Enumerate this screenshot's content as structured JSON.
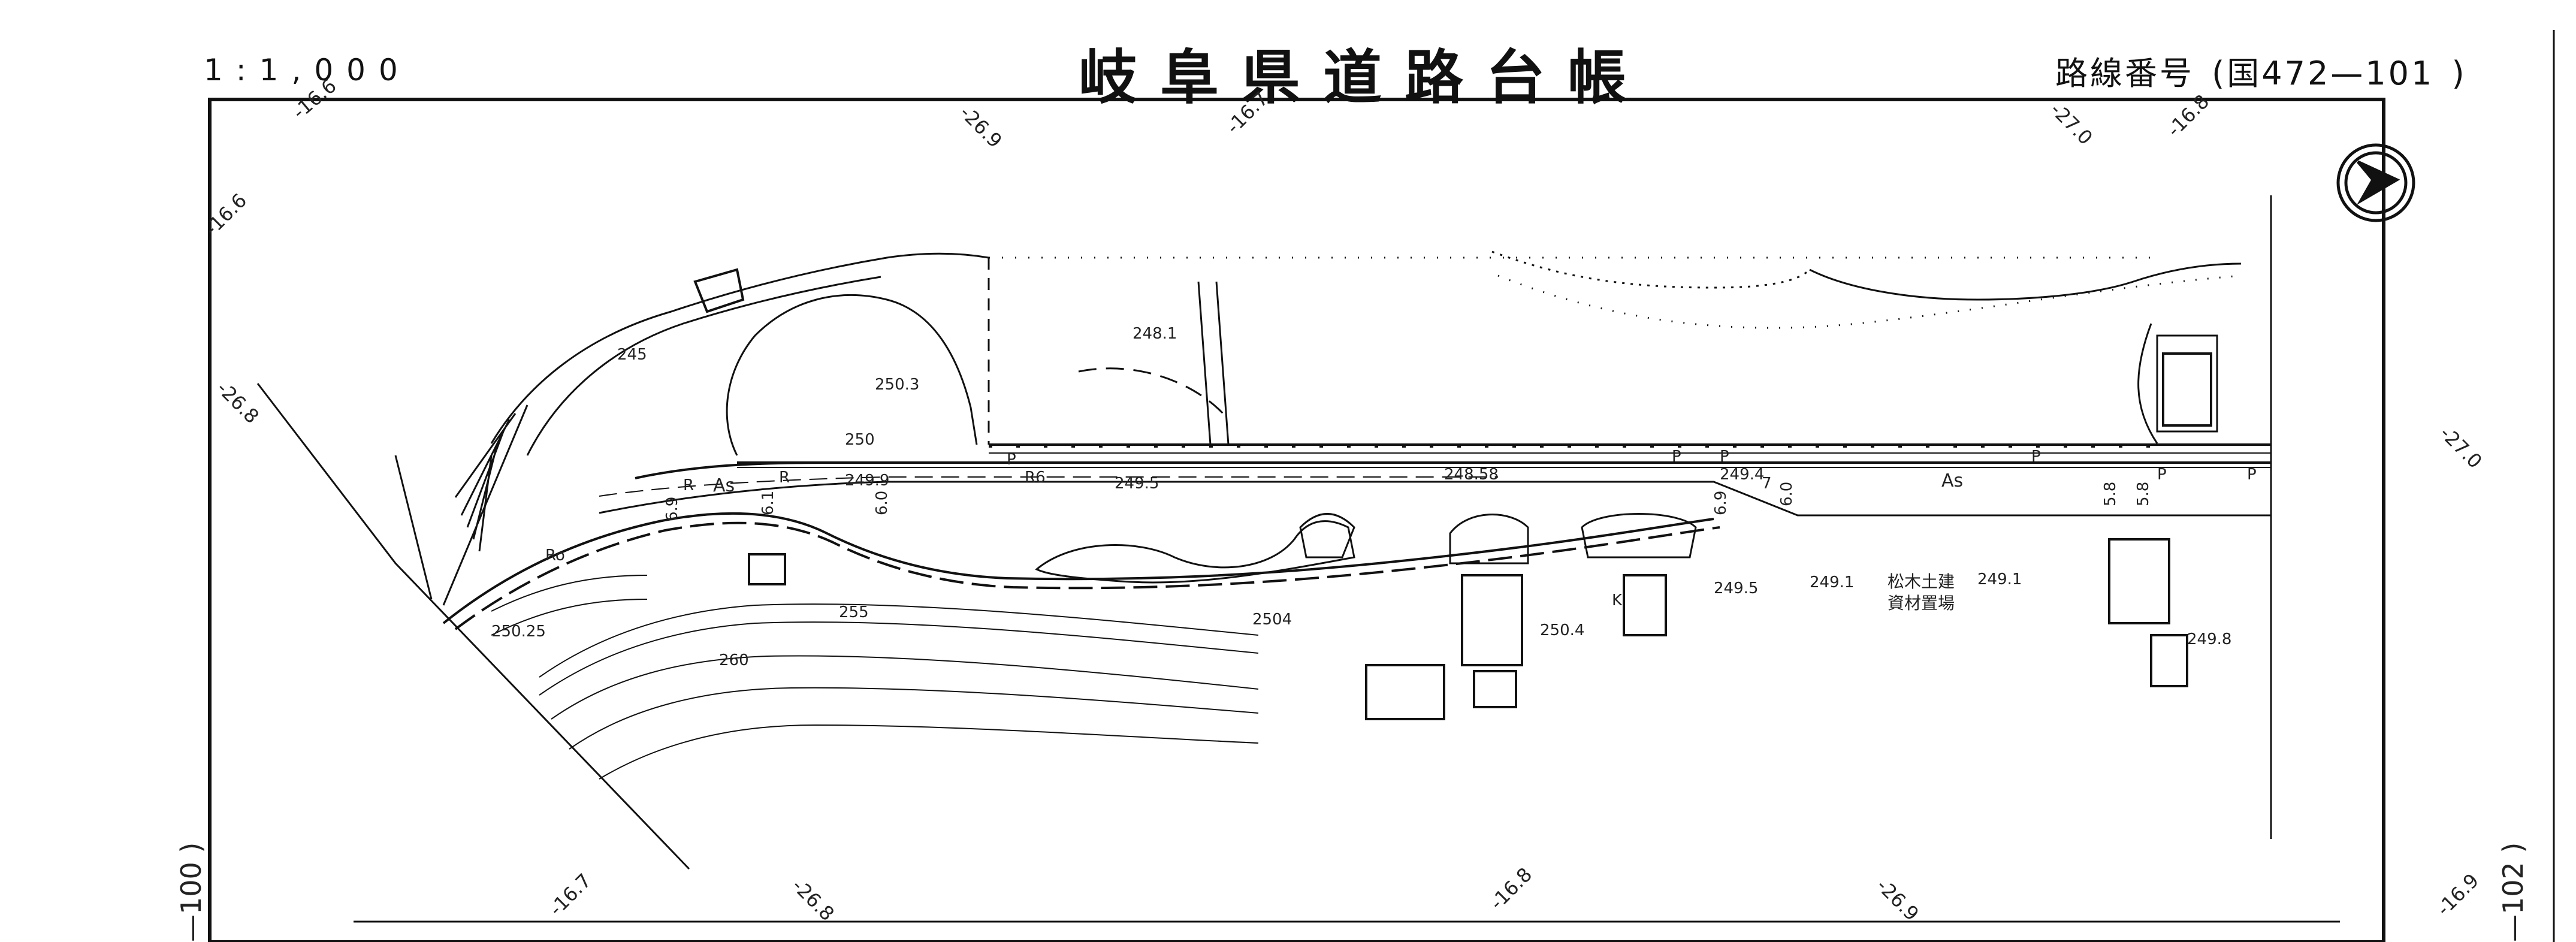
{
  "header": {
    "scale": "1:1,000",
    "title": "岐阜県道路台帳",
    "route_prefix": "路線番号",
    "route_open": "(国",
    "route_number": "472—101",
    "route_close": ")"
  },
  "sheet_numbers": {
    "left": "—100 )",
    "right": "—102 )"
  },
  "grid_labels": {
    "top": [
      "-16.6",
      "-26.9",
      "-16.7",
      "-27.0",
      "-16.8"
    ],
    "left": [
      "-16.6",
      "-26.8"
    ],
    "right": [
      "-27.0"
    ],
    "bottom": [
      "-16.7",
      "-26.8",
      "-16.8",
      "-26.9",
      "-16.9"
    ]
  },
  "map_labels": {
    "elevations": [
      "248.1",
      "250.3",
      "250",
      "249.9",
      "249.5",
      "248.58",
      "249.4",
      "249.5",
      "249.1",
      "249.1",
      "249.8",
      "250.25",
      "250.4",
      "2504",
      "245",
      "255",
      "260"
    ],
    "road_surface": [
      "As",
      "As"
    ],
    "markers": [
      "R",
      "R",
      "P",
      "P",
      "P",
      "P",
      "P",
      "P",
      "R6",
      "K",
      "Ro"
    ],
    "widths": [
      "6.9",
      "6.1",
      "6.0",
      "6.9",
      "7",
      "6.0",
      "5.8",
      "5.8"
    ],
    "business_name_line1": "松木土建",
    "business_name_line2": "資材置場"
  },
  "icons": {
    "north_arrow": "north-arrow-icon"
  }
}
